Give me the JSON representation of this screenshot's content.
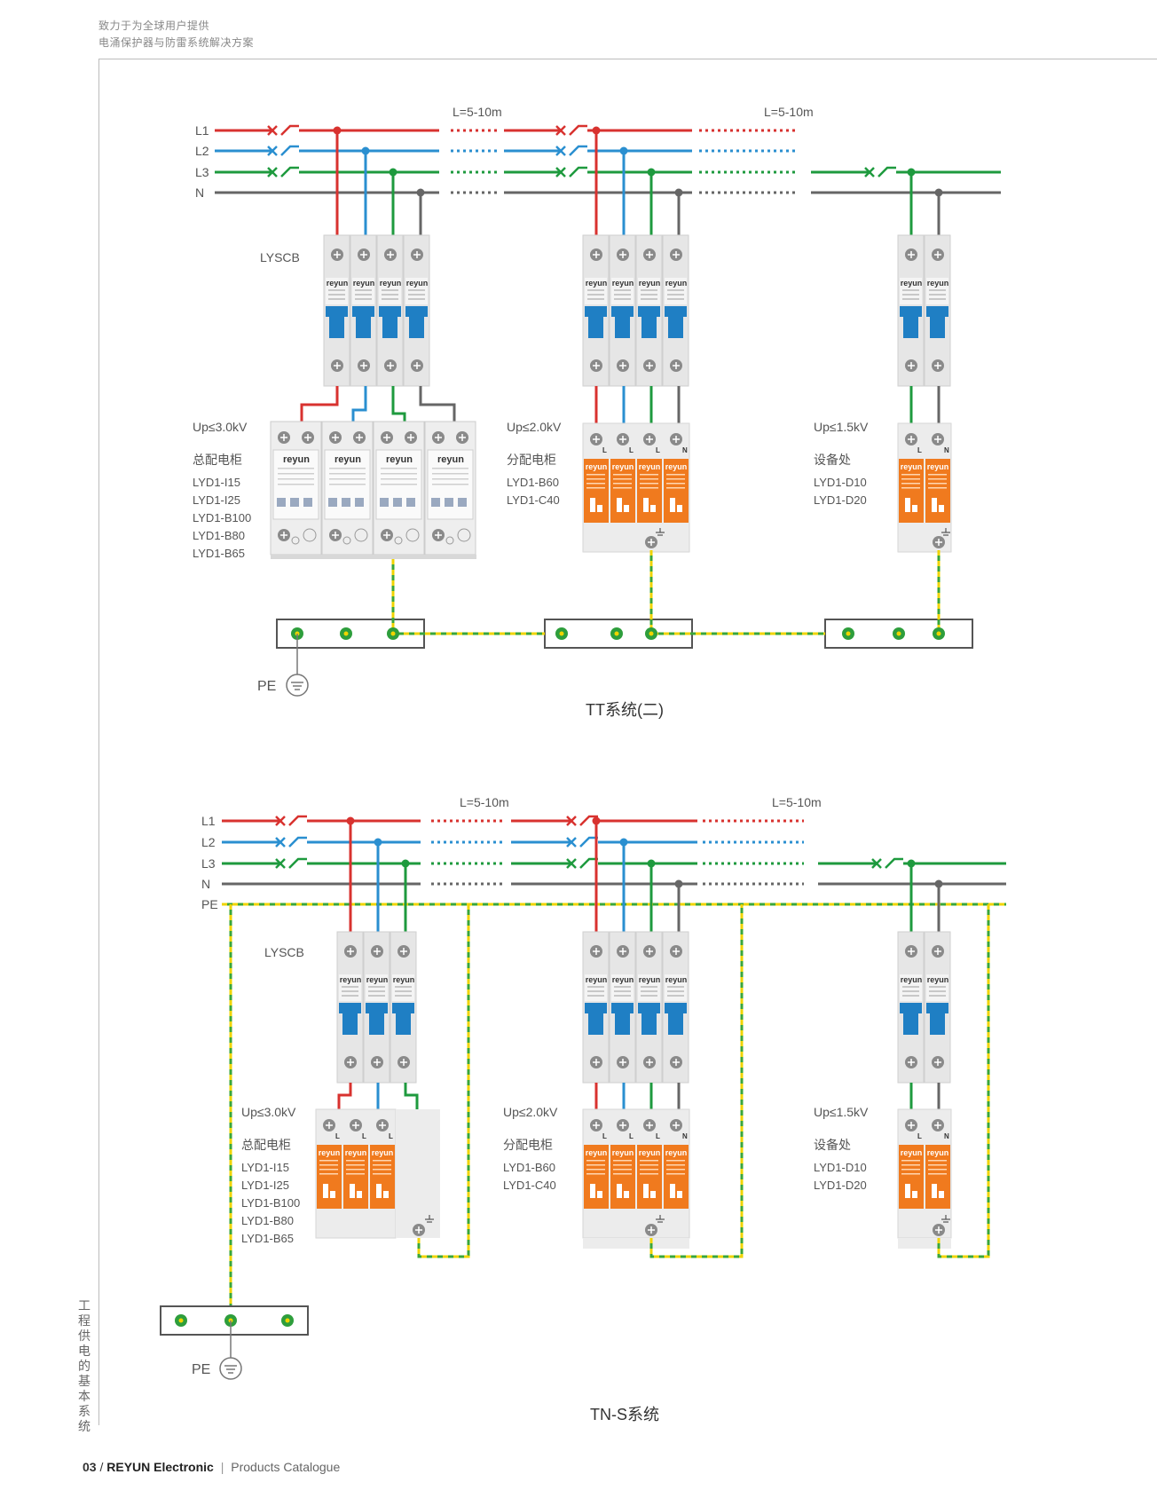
{
  "header": {
    "line1": "致力于为全球用户提供",
    "line2": "电涌保护器与防雷系统解决方案"
  },
  "side_title": "工程供电的基本系统",
  "footer": {
    "page": "03",
    "slash": "/",
    "brand": "REYUN Electronic",
    "separator": "|",
    "catalogue": "Products Catalogue"
  },
  "diagram_tt": {
    "title": "TT系统(二)",
    "distance_labels": [
      "L=5-10m",
      "L=5-10m"
    ],
    "line_labels": [
      "L1",
      "L2",
      "L3",
      "N"
    ],
    "breaker_label": "LYSCB",
    "pe_label": "PE",
    "stage1": {
      "up": "Up≤3.0kV",
      "name": "总配电柜",
      "models": [
        "LYD1-I15",
        "LYD1-I25",
        "LYD1-B100",
        "LYD1-B80",
        "LYD1-B65"
      ]
    },
    "stage2": {
      "up": "Up≤2.0kV",
      "name": "分配电柜",
      "models": [
        "LYD1-B60",
        "LYD1-C40"
      ]
    },
    "stage3": {
      "up": "Up≤1.5kV",
      "name": "设备处",
      "models": [
        "LYD1-D10",
        "LYD1-D20"
      ]
    }
  },
  "diagram_tns": {
    "title": "TN-S系统",
    "distance_labels": [
      "L=5-10m",
      "L=5-10m"
    ],
    "line_labels": [
      "L1",
      "L2",
      "L3",
      "N",
      "PE"
    ],
    "breaker_label": "LYSCB",
    "pe_label": "PE",
    "stage1": {
      "up": "Up≤3.0kV",
      "name": "总配电柜",
      "models": [
        "LYD1-I15",
        "LYD1-I25",
        "LYD1-B100",
        "LYD1-B80",
        "LYD1-B65"
      ]
    },
    "stage2": {
      "up": "Up≤2.0kV",
      "name": "分配电柜",
      "models": [
        "LYD1-B60",
        "LYD1-C40"
      ]
    },
    "stage3": {
      "up": "Up≤1.5kV",
      "name": "设备处",
      "models": [
        "LYD1-D10",
        "LYD1-D20"
      ]
    }
  },
  "device": {
    "brand": "reyun",
    "terminal_L": "L",
    "terminal_N": "N"
  },
  "colors": {
    "L1": "#d8322f",
    "L2": "#2a8fd0",
    "L3": "#1e9a3e",
    "N": "#666666",
    "PE_green": "#3aa63a",
    "PE_yellow": "#f0d400",
    "breaker_blue": "#1f7fc4",
    "spd_orange": "#f07a1e"
  }
}
